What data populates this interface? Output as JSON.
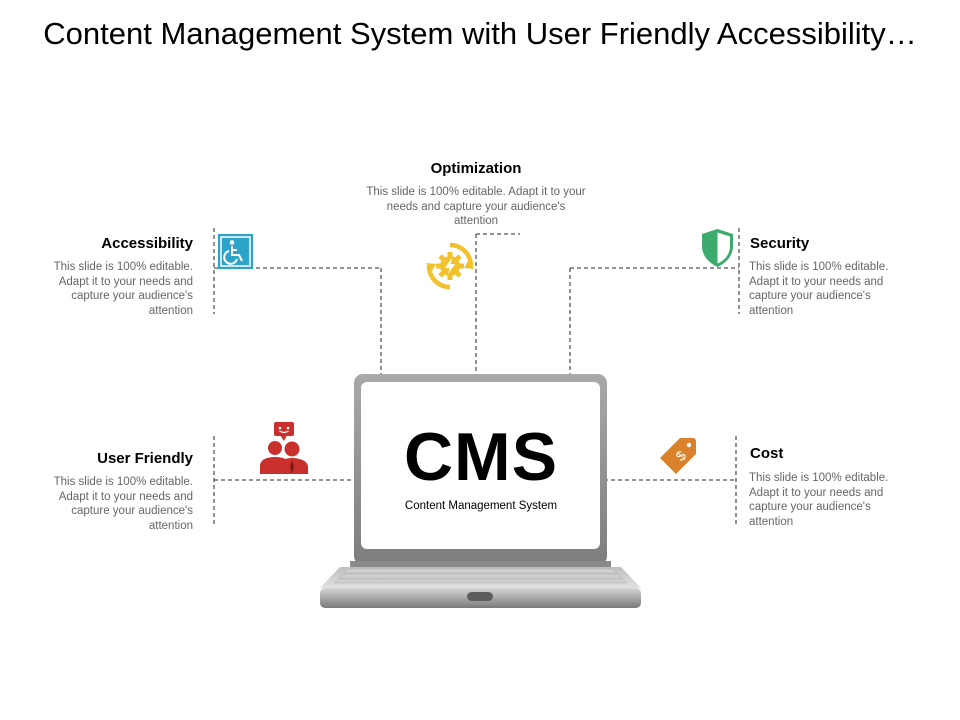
{
  "title": "Content Management System with User Friendly Accessibility…",
  "center": {
    "acronym": "CMS",
    "subtitle": "Content Management System"
  },
  "nodes": {
    "optimization": {
      "heading": "Optimization",
      "text": "This slide is 100% editable. Adapt it to your needs and capture your audience's attention",
      "icon": "gear-refresh-icon",
      "color": "#F2C12E"
    },
    "accessibility": {
      "heading": "Accessibility",
      "text": "This slide is 100% editable. Adapt it to your needs and capture your audience's attention",
      "icon": "wheelchair-icon",
      "color": "#2EA3C9"
    },
    "security": {
      "heading": "Security",
      "text": "This slide is 100% editable. Adapt it to your needs and capture your audience's attention",
      "icon": "shield-icon",
      "color": "#3DAA6E"
    },
    "user_friendly": {
      "heading": "User Friendly",
      "text": "This slide is 100% editable. Adapt it to your needs and capture your audience's attention",
      "icon": "users-chat-icon",
      "color": "#C9302C"
    },
    "cost": {
      "heading": "Cost",
      "text": "This slide is 100% editable. Adapt it to your needs and capture your audience's attention",
      "icon": "price-tag-icon",
      "color": "#D9822B"
    }
  }
}
